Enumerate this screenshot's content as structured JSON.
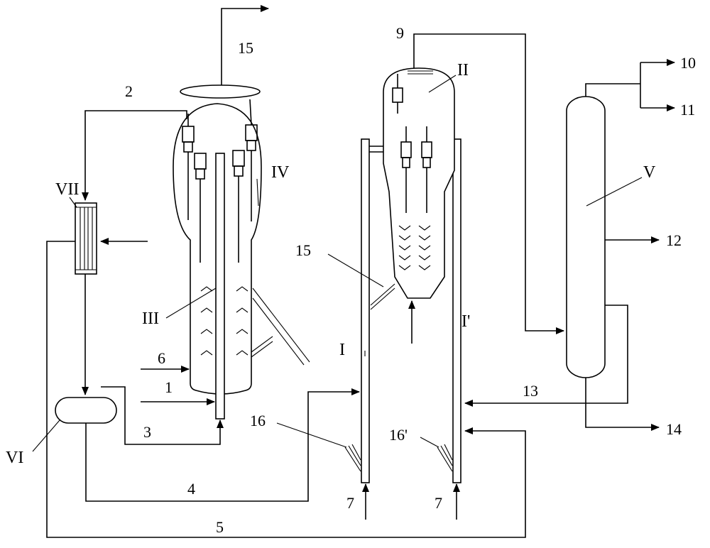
{
  "streams": {
    "s1": "1",
    "s2": "2",
    "s3": "3",
    "s4": "4",
    "s5": "5",
    "s6": "6",
    "s7a": "7",
    "s7b": "7",
    "s9": "9",
    "s10": "10",
    "s11": "11",
    "s12": "12",
    "s13": "13",
    "s14": "14",
    "s15_top": "15",
    "s15_mid": "15",
    "s16": "16",
    "s16p": "16'"
  },
  "equipment": {
    "riser_I": "I",
    "riser_I_prime": "I'",
    "vessel_II": "II",
    "reactor_III": "III",
    "vessel_IV": "IV",
    "column_V": "V",
    "drum_VI": "VI",
    "exchanger_VII": "VII"
  }
}
